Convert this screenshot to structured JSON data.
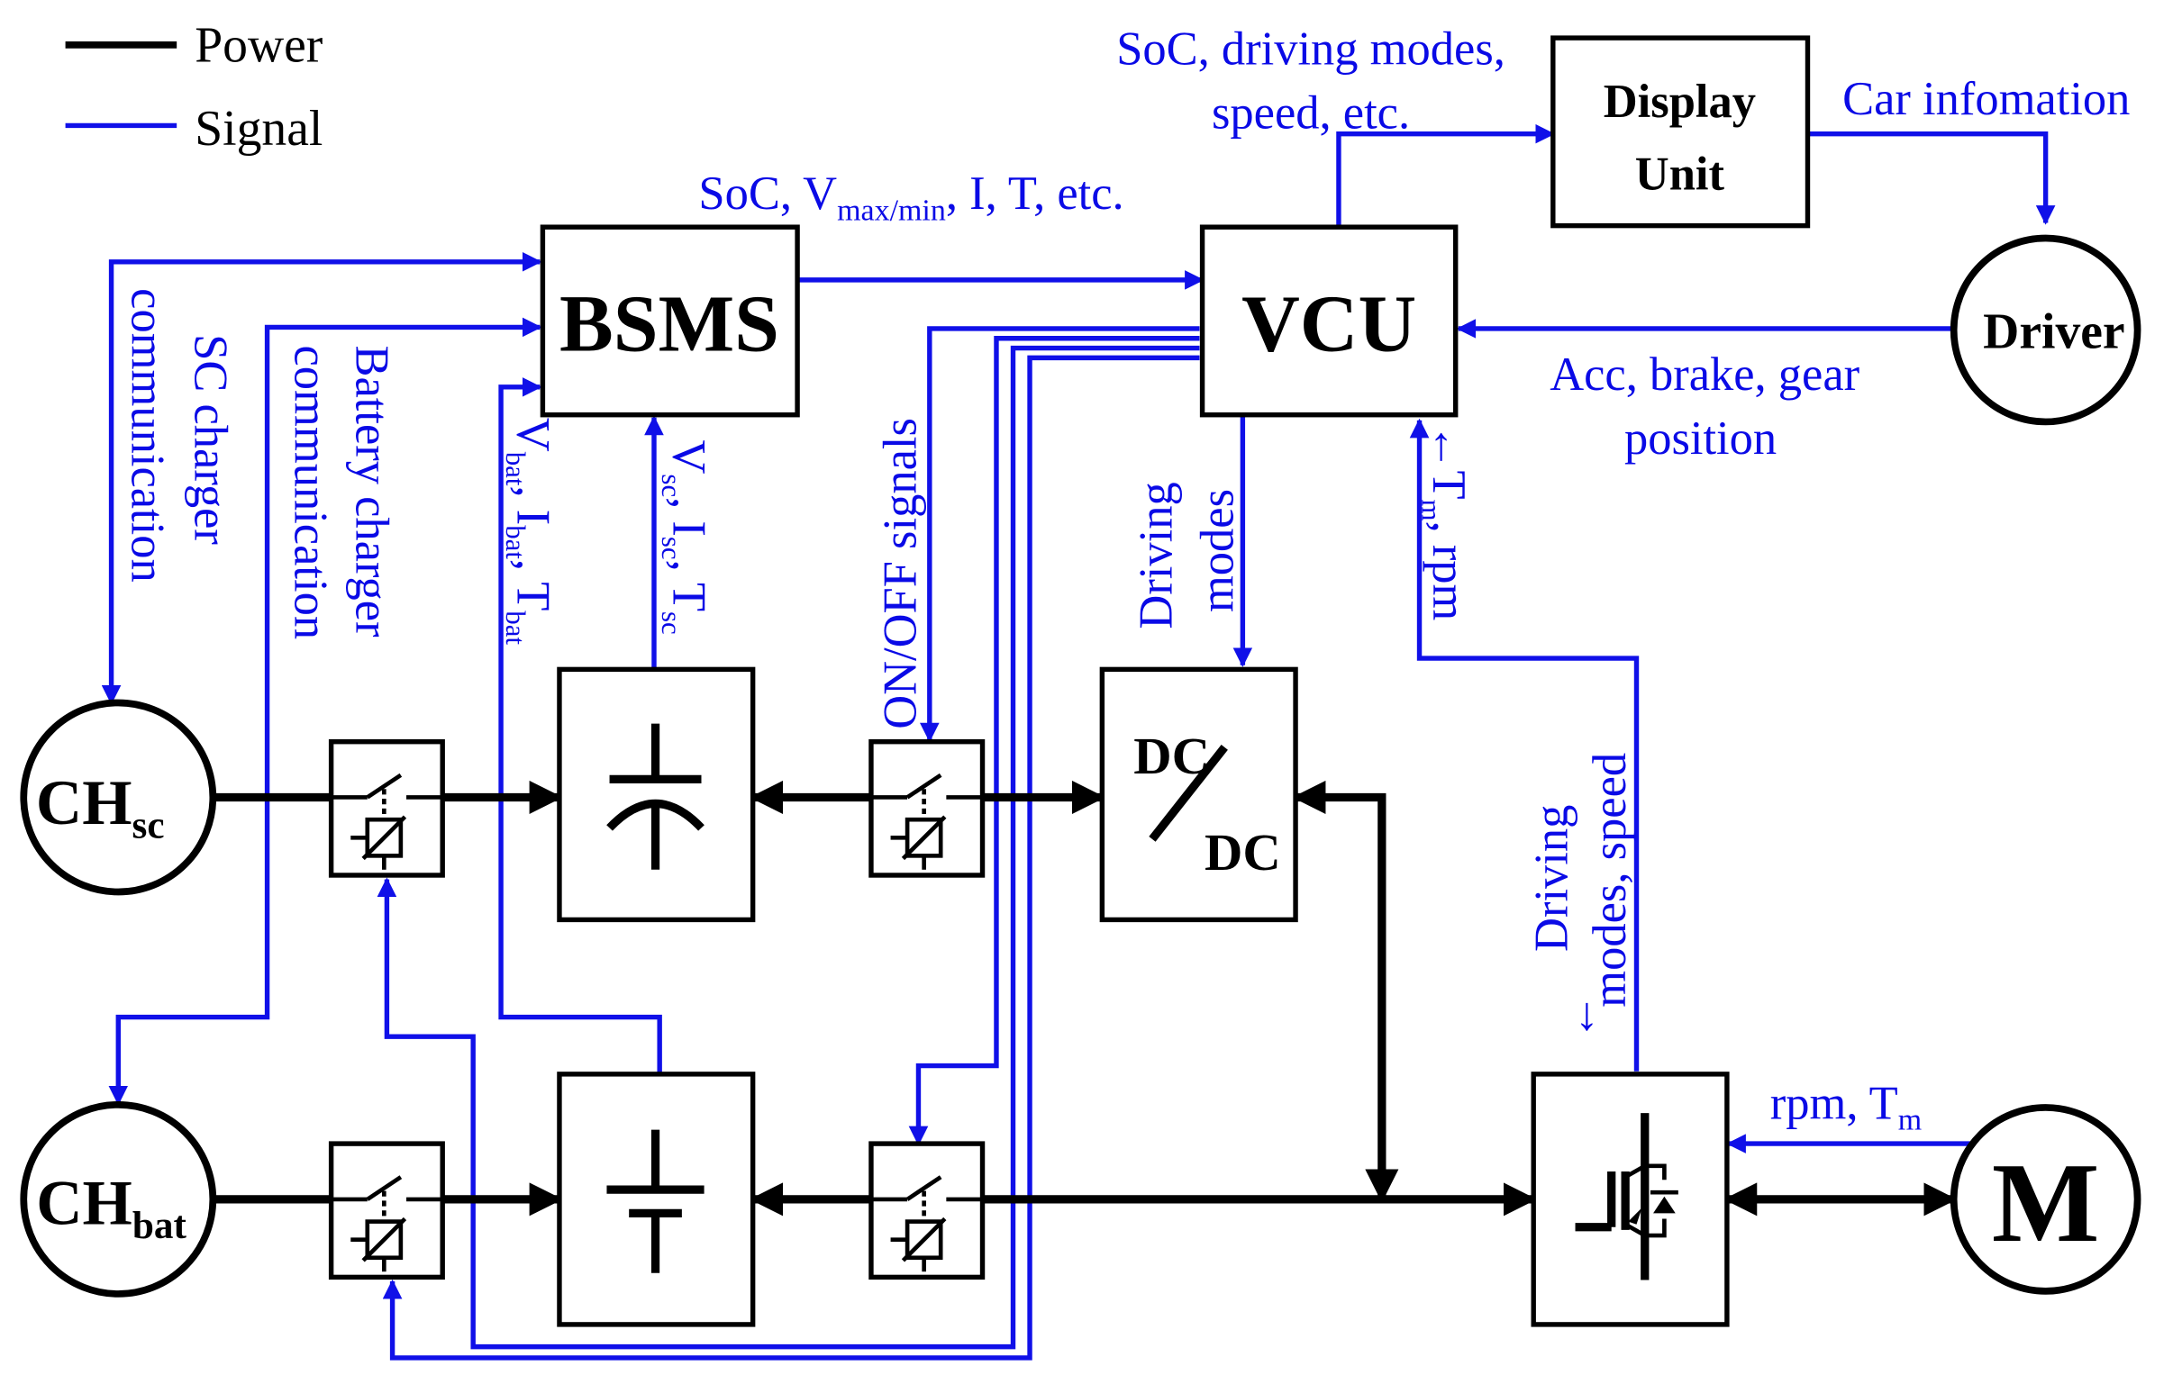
{
  "legend": {
    "power": "Power",
    "signal": "Signal"
  },
  "colors": {
    "power": "#000000",
    "signal": "#1010e8"
  },
  "blocks": {
    "bsms": "BSMS",
    "vcu": "VCU",
    "display_line1": "Display",
    "display_line2": "Unit",
    "driver": "Driver",
    "motor": "M",
    "ch_sc_main": "CH",
    "ch_sc_sub": "sc",
    "ch_bat_main": "CH",
    "ch_bat_sub": "bat",
    "dcdc_top": "DC",
    "dcdc_bottom": "DC"
  },
  "labels": {
    "soc_modes_line1": "SoC, driving modes,",
    "soc_modes_line2": "speed, etc.",
    "car_info": "Car infomation",
    "bsms_out_a": "SoC, V",
    "bsms_out_sub": "max/min",
    "bsms_out_b": ", I, T, etc.",
    "driver_in_line1": "Acc, brake, gear",
    "driver_in_line2": "position",
    "sc_charger_line1": "SC charger",
    "sc_charger_line2": "communication",
    "bat_charger_line1": "Battery charger",
    "bat_charger_line2": "communication",
    "vbat_v": "V",
    "vbat_v_sub": "bat",
    "vbat_i": ", I",
    "vbat_i_sub": "bat",
    "vbat_t": ", T",
    "vbat_t_sub": "bat",
    "vsc_v": "V",
    "vsc_v_sub": "sc",
    "vsc_i": ", I",
    "vsc_i_sub": "sc",
    "vsc_t": ", T",
    "vsc_t_sub": "sc",
    "onoff": "ON/OFF signals",
    "dcdc_modes_line1": "Driving",
    "dcdc_modes_line2": "modes",
    "tm_rpm_a": "←T",
    "tm_rpm_sub": "m",
    "tm_rpm_b": ", rpm",
    "inv_modes_line1": "Driving",
    "inv_modes_line2": "modes, speed",
    "inv_modes_arrow": "←",
    "rpm_tm_a": "rpm, T",
    "rpm_tm_sub": "m"
  }
}
